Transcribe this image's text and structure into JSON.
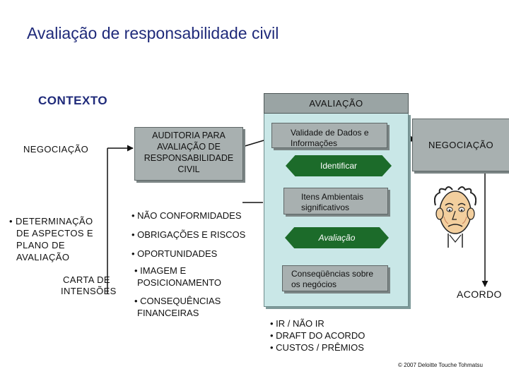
{
  "title": "Avaliação de responsabilidade civil",
  "contexto": "CONTEXTO",
  "negociacao_left": "NEGOCIAÇÃO",
  "determinacao": [
    "• DETERMINAÇÃO",
    "DE ASPECTOS E",
    "PLANO DE",
    "AVALIAÇÃO"
  ],
  "carta": [
    "CARTA DE",
    "INTENSÕES"
  ],
  "auditoria": [
    "AUDITORIA PARA",
    "AVALIAÇÃO DE",
    "RESPONSABILIDADE",
    "CIVIL"
  ],
  "middle_bullets": [
    "• NÃO CONFORMIDADES",
    "• OBRIGAÇÕES E RISCOS",
    "• OPORTUNIDADES"
  ],
  "imagem": [
    "• IMAGEM E",
    "POSICIONAMENTO"
  ],
  "consequencias_fin": [
    "• CONSEQUÊNCIAS",
    "FINANCEIRAS"
  ],
  "avaliacao_header": "AVALIAÇÃO",
  "validade": [
    "Validade de Dados e",
    "Informações"
  ],
  "identificar": "Identificar",
  "itens": [
    "Itens Ambientais",
    "significativos"
  ],
  "avaliacao_step": "Avaliação",
  "consequencias_neg": [
    "Conseqüências sobre",
    "os negócios"
  ],
  "negociacao_right": "NEGOCIAÇÃO",
  "acordo": "ACORDO",
  "results": [
    "• IR / NÃO IR",
    "• DRAFT DO ACORDO",
    "• CUSTOS / PRÊMIOS"
  ],
  "copyright": "© 2007 Deloitte Touche Tohmatsu",
  "colors": {
    "title": "#1f2a7a",
    "panel": "#c9e7e7",
    "box": "#a8b0b0",
    "green": "#1c6b2a"
  }
}
